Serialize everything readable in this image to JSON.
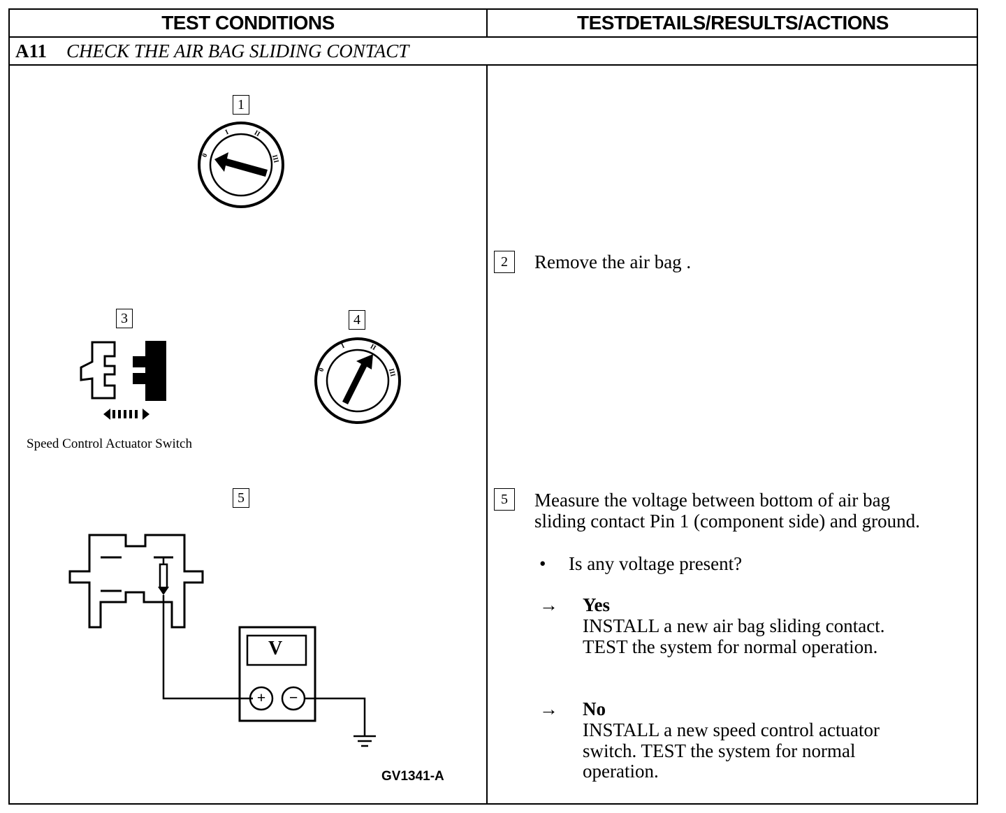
{
  "header": {
    "left": "TEST CONDITIONS",
    "right": "TESTDETAILS/RESULTS/ACTIONS"
  },
  "step": {
    "id": "A11",
    "title": "CHECK THE AIR BAG SLIDING CONTACT"
  },
  "diagram": {
    "callouts": [
      "1",
      "3",
      "4",
      "5"
    ],
    "ignition_labels": [
      "0",
      "I",
      "II",
      "III"
    ],
    "switch_caption": "Speed Control Actuator Switch",
    "meter_label": "V",
    "plus": "+",
    "minus": "−",
    "figure_id": "GV1341-A"
  },
  "details": {
    "step2": {
      "num": "2",
      "text": "Remove the air bag ."
    },
    "step5": {
      "num": "5",
      "line1": "Measure the voltage between bottom of air bag",
      "line2": "sliding contact Pin 1 (component side) and ground.",
      "bullet": "•",
      "question": "Is any voltage present?",
      "yes": {
        "arrow": "→",
        "label": "Yes",
        "line1": "INSTALL a new air bag sliding contact.",
        "line2": "TEST the  system for normal operation."
      },
      "no": {
        "arrow": "→",
        "label": "No",
        "line1": "INSTALL a new speed control actuator",
        "line2": "switch. TEST the system for normal",
        "line3": "operation."
      }
    }
  }
}
